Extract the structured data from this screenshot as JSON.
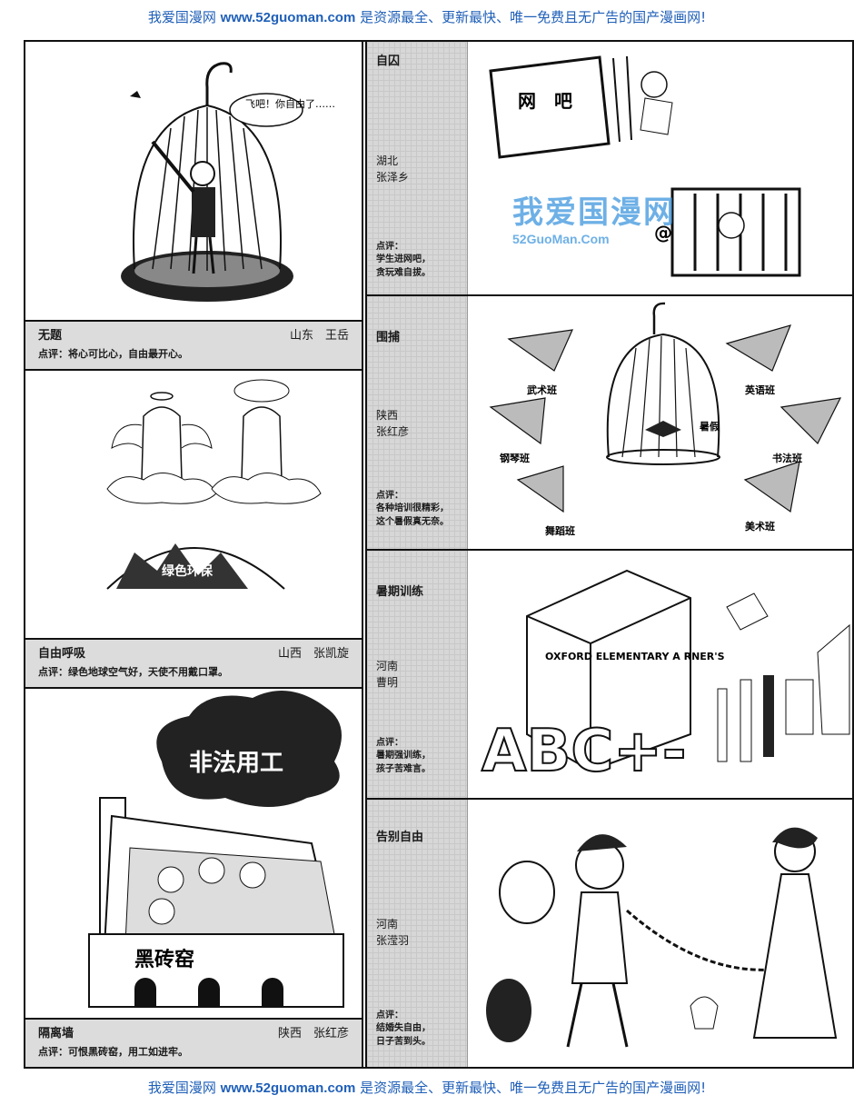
{
  "banner": {
    "prefix": "我爱国漫网 ",
    "site": "www.52guoman.com",
    "suffix": " 是资源最全、更新最快、唯一免费且无广告的国产漫画网!"
  },
  "watermark": {
    "logo": "我爱国漫网",
    "url": "52GuoMan.Com"
  },
  "left": [
    {
      "title": "无题",
      "author": "山东　王岳",
      "comment": "点评：将心可比心，自由最开心。",
      "bubble": "飞吧！你自由了……"
    },
    {
      "title": "自由呼吸",
      "author": "山西　张凯旋",
      "comment": "点评：绿色地球空气好，天使不用戴口罩。",
      "earth_text": "绿色环保"
    },
    {
      "title": "隔离墙",
      "author": "陕西　张红彦",
      "comment": "点评：可恨黑砖窑，用工如进牢。",
      "cloud_text": "非法用工",
      "kiln_text": "黑砖窑"
    }
  ],
  "right": [
    {
      "title": "自囚",
      "province": "湖北",
      "author": "张泽乡",
      "label": "点评：",
      "c1": "学生进网吧，",
      "c2": "贪玩难自拔。",
      "screen_text": "网　吧"
    },
    {
      "title": "围捕",
      "province": "陕西",
      "author": "张红彦",
      "label": "点评：",
      "c1": "各种培训很精彩，",
      "c2": "这个暑假真无奈。",
      "nets": [
        "武术班",
        "英语班",
        "钢琴班",
        "书法班",
        "舞蹈班",
        "美术班"
      ],
      "bird": "暑假"
    },
    {
      "title": "暑期训练",
      "province": "河南",
      "author": "曹明",
      "label": "点评：",
      "c1": "暑期强训练，",
      "c2": "孩子苦难言。",
      "book": "OXFORD ELEMENTARY A RNER'S",
      "letters": "ABC+-"
    },
    {
      "title": "告别自由",
      "province": "河南",
      "author": "张滢羽",
      "label": "点评：",
      "c1": "结婚失自由，",
      "c2": "日子苦到头。"
    }
  ]
}
